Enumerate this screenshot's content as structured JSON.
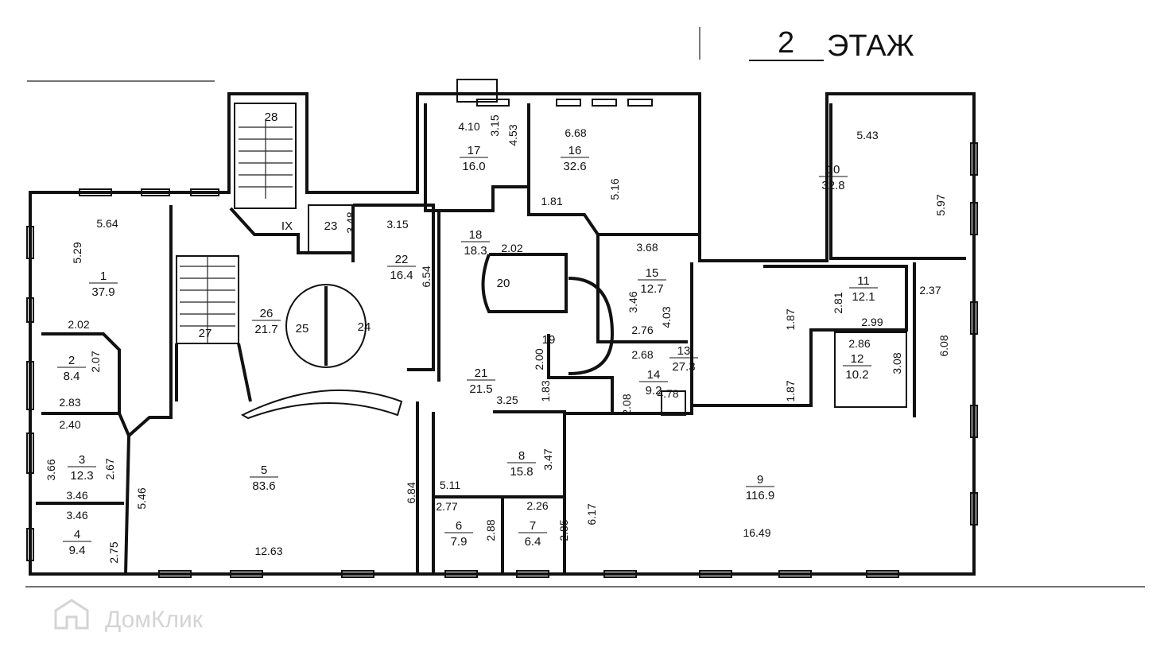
{
  "header": {
    "floor_number": "2",
    "floor_word": "ЭТАЖ"
  },
  "watermark": "ДомКлик",
  "rooms": {
    "r1": {
      "num": "1",
      "area": "37.9"
    },
    "r2": {
      "num": "2",
      "area": "8.4"
    },
    "r3": {
      "num": "3",
      "area": "12.3"
    },
    "r4": {
      "num": "4",
      "area": "9.4"
    },
    "r5": {
      "num": "5",
      "area": "83.6"
    },
    "r6": {
      "num": "6",
      "area": "7.9"
    },
    "r7": {
      "num": "7",
      "area": "6.4"
    },
    "r8": {
      "num": "8",
      "area": "15.8"
    },
    "r9": {
      "num": "9",
      "area": "116.9"
    },
    "r10": {
      "num": "10",
      "area": "32.8"
    },
    "r11": {
      "num": "11",
      "area": "12.1"
    },
    "r12": {
      "num": "12",
      "area": "10.2"
    },
    "r13": {
      "num": "13",
      "area": "27.3"
    },
    "r14": {
      "num": "14",
      "area": "9.2"
    },
    "r15": {
      "num": "15",
      "area": "12.7"
    },
    "r16": {
      "num": "16",
      "area": "32.6"
    },
    "r17": {
      "num": "17",
      "area": "16.0"
    },
    "r18": {
      "num": "18",
      "area": "18.3"
    },
    "r19": {
      "num": "19"
    },
    "r20": {
      "num": "20"
    },
    "r21": {
      "num": "21",
      "area": "21.5"
    },
    "r22": {
      "num": "22",
      "area": "16.4"
    },
    "r23": {
      "num": "23"
    },
    "r24": {
      "num": "24"
    },
    "r25": {
      "num": "25"
    },
    "r26": {
      "num": "26",
      "area": "21.7"
    },
    "r27": {
      "num": "27"
    },
    "r28": {
      "num": "28"
    },
    "rIX": {
      "num": "IX"
    }
  },
  "dims": [
    "5.64",
    "5.29",
    "2.02",
    "2.07",
    "2.83",
    "2.40",
    "3.66",
    "2.67",
    "3.46",
    "3.46",
    "2.75",
    "5.46",
    "12.63",
    "6.84",
    "3.48",
    "3.15",
    "6.54",
    "4.10",
    "3.15",
    "6.68",
    "4.53",
    "5.16",
    "1.81",
    "2.02",
    "3.68",
    "4.03",
    "2.76",
    "2.68",
    "2.00",
    "1.83",
    "2.08",
    "3.25",
    "3.46",
    "1.87",
    "2.81",
    "2.99",
    "2.86",
    "3.08",
    "6.08",
    "2.37",
    "5.43",
    "5.97",
    "1.87",
    "4.78",
    "5.11",
    "3.47",
    "2.77",
    "2.26",
    "2.88",
    "2.85",
    "6.17",
    "16.49"
  ]
}
